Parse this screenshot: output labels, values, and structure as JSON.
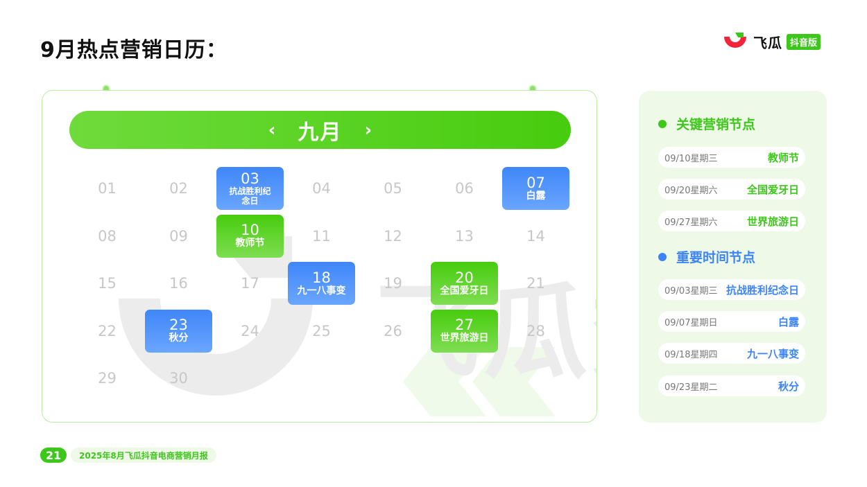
{
  "page": {
    "title": "9月热点营销日历：",
    "brand_name": "飞瓜",
    "brand_badge": "抖音版",
    "accent_green": "#3ec71b",
    "accent_blue": "#3c84f7"
  },
  "calendar": {
    "month_label": "九月",
    "prev_icon": "‹",
    "next_icon": "›",
    "watermark_text": "飞瓜数据",
    "days": [
      {
        "num": "01",
        "label": "",
        "type": "plain"
      },
      {
        "num": "02",
        "label": "",
        "type": "plain"
      },
      {
        "num": "03",
        "label": "抗战胜利纪念日",
        "type": "blue"
      },
      {
        "num": "04",
        "label": "",
        "type": "plain"
      },
      {
        "num": "05",
        "label": "",
        "type": "plain"
      },
      {
        "num": "06",
        "label": "",
        "type": "plain"
      },
      {
        "num": "07",
        "label": "白露",
        "type": "blue"
      },
      {
        "num": "08",
        "label": "",
        "type": "plain"
      },
      {
        "num": "09",
        "label": "",
        "type": "plain"
      },
      {
        "num": "10",
        "label": "教师节",
        "type": "green"
      },
      {
        "num": "11",
        "label": "",
        "type": "plain"
      },
      {
        "num": "12",
        "label": "",
        "type": "plain"
      },
      {
        "num": "13",
        "label": "",
        "type": "plain"
      },
      {
        "num": "14",
        "label": "",
        "type": "plain"
      },
      {
        "num": "15",
        "label": "",
        "type": "plain"
      },
      {
        "num": "16",
        "label": "",
        "type": "plain"
      },
      {
        "num": "17",
        "label": "",
        "type": "plain"
      },
      {
        "num": "18",
        "label": "九一八事变",
        "type": "blue"
      },
      {
        "num": "19",
        "label": "",
        "type": "plain"
      },
      {
        "num": "20",
        "label": "全国爱牙日",
        "type": "green"
      },
      {
        "num": "21",
        "label": "",
        "type": "plain"
      },
      {
        "num": "22",
        "label": "",
        "type": "plain"
      },
      {
        "num": "23",
        "label": "秋分",
        "type": "blue"
      },
      {
        "num": "24",
        "label": "",
        "type": "plain"
      },
      {
        "num": "25",
        "label": "",
        "type": "plain"
      },
      {
        "num": "26",
        "label": "",
        "type": "plain"
      },
      {
        "num": "27",
        "label": "世界旅游日",
        "type": "green"
      },
      {
        "num": "28",
        "label": "",
        "type": "plain"
      },
      {
        "num": "29",
        "label": "",
        "type": "plain"
      },
      {
        "num": "30",
        "label": "",
        "type": "plain"
      }
    ]
  },
  "side": {
    "key_heading": "关键营销节点",
    "key_items": [
      {
        "date": "09/10星期三",
        "event": "教师节"
      },
      {
        "date": "09/20星期六",
        "event": "全国爱牙日"
      },
      {
        "date": "09/27星期六",
        "event": "世界旅游日"
      }
    ],
    "important_heading": "重要时间节点",
    "important_items": [
      {
        "date": "09/03星期三",
        "event": "抗战胜利纪念日"
      },
      {
        "date": "09/07星期日",
        "event": "白露"
      },
      {
        "date": "09/18星期四",
        "event": "九一八事变"
      },
      {
        "date": "09/23星期二",
        "event": "秋分"
      }
    ]
  },
  "footer": {
    "page_number": "21",
    "report_name": "2025年8月飞瓜抖音电商营销月报"
  }
}
